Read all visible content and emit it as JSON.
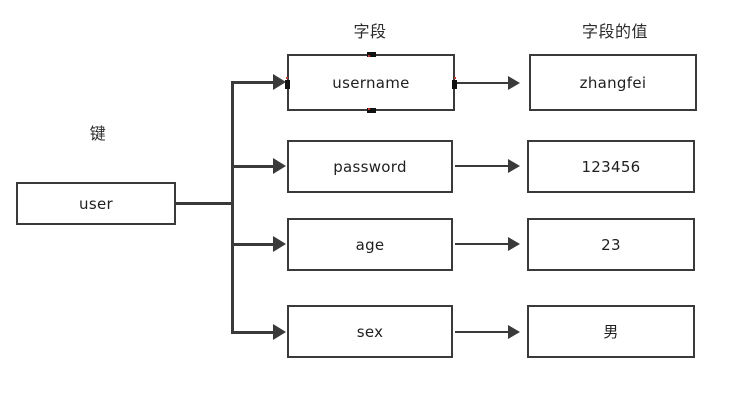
{
  "diagram": {
    "background_color": "#ffffff",
    "stroke_color": "#3a3a3a",
    "text_color": "#1f1f1f",
    "selection_handle_color": "#111111",
    "selection_dot_color": "#c0392b",
    "headers": {
      "key": "键",
      "field": "字段",
      "field_value": "字段的值"
    },
    "root": {
      "label": "user"
    },
    "rows": [
      {
        "field": "username",
        "value": "zhangfei",
        "selected": true
      },
      {
        "field": "password",
        "value": "123456",
        "selected": false
      },
      {
        "field": "age",
        "value": "23",
        "selected": false
      },
      {
        "field": "sex",
        "value": "男",
        "selected": false
      }
    ]
  }
}
